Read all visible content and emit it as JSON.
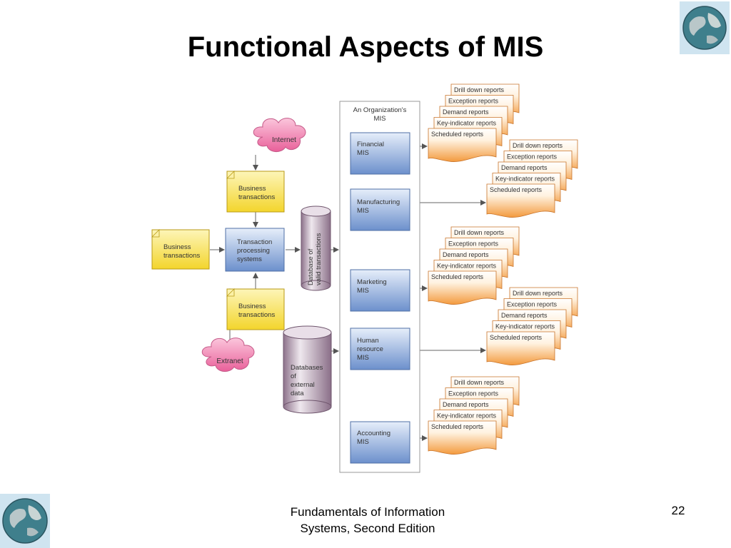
{
  "slide": {
    "title": "Functional Aspects of MIS",
    "footer_line1": "Fundamentals of Information",
    "footer_line2": "Systems, Second Edition",
    "page_number": "22"
  },
  "diagram": {
    "internet": "Internet",
    "extranet": "Extranet",
    "business_top": [
      "Business",
      "transactions"
    ],
    "business_left": [
      "Business",
      "transactions"
    ],
    "business_bottom": [
      "Business",
      "transactions"
    ],
    "tps": [
      "Transaction",
      "processing",
      "systems"
    ],
    "db_valid": [
      "Database of",
      "valid transactions"
    ],
    "db_external": [
      "Databases",
      "of",
      "external",
      "data"
    ],
    "mis_header": [
      "An Organization's",
      "MIS"
    ],
    "mis_financial": [
      "Financial",
      "MIS"
    ],
    "mis_manufacturing": [
      "Manufacturing",
      "MIS"
    ],
    "mis_marketing": [
      "Marketing",
      "MIS"
    ],
    "mis_hr": [
      "Human",
      "resource",
      "MIS"
    ],
    "mis_accounting": [
      "Accounting",
      "MIS"
    ],
    "report_titles": [
      "Drill down reports",
      "Exception reports",
      "Demand reports",
      "Key-indicator reports",
      "Scheduled reports"
    ]
  },
  "colors": {
    "cloud": "#f07aa8",
    "note": "#f7df45",
    "blue_box": "#7d9fd6",
    "report": "#f5a24d",
    "database": "#9a8198"
  },
  "icons": {
    "globe": "globe-icon"
  }
}
